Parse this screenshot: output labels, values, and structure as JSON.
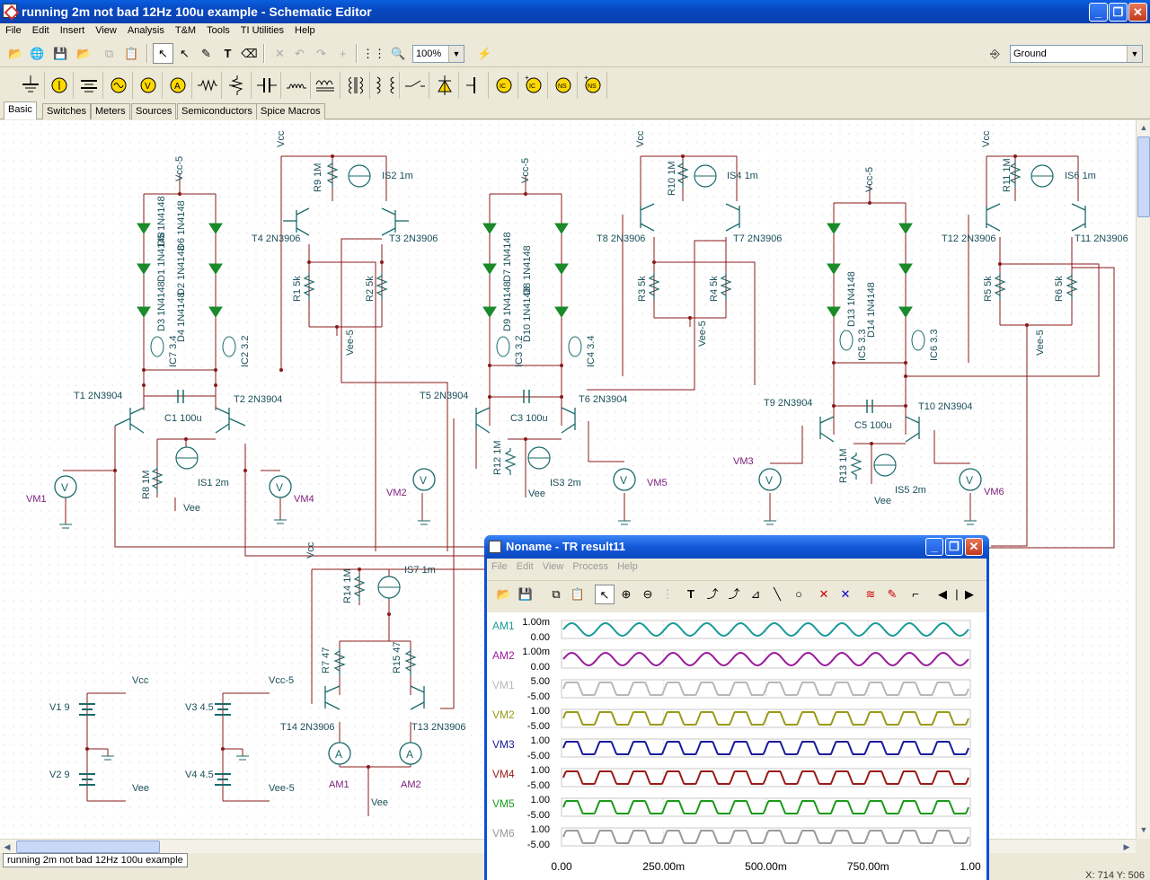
{
  "window": {
    "title": "running 2m not bad 12Hz 100u example - Schematic Editor",
    "minimize": "_",
    "maximize": "❐",
    "close": "✕"
  },
  "menu": [
    "File",
    "Edit",
    "Insert",
    "View",
    "Analysis",
    "T&M",
    "Tools",
    "TI Utilities",
    "Help"
  ],
  "toolbar": {
    "zoom": "100%",
    "component_select": "Ground"
  },
  "component_tabs": [
    "Basic",
    "Switches",
    "Meters",
    "Sources",
    "Semiconductors",
    "Spice Macros"
  ],
  "schematic": {
    "labels": [
      "Vcc",
      "Vcc-5",
      "Vcc",
      "Vcc-5",
      "Vcc",
      "Vcc-5",
      "Vcc",
      "R9 1M",
      "IS2 1m",
      "R10 1M",
      "IS4 1m",
      "R11 1M",
      "IS6 1m",
      "T4 2N3906",
      "T3 2N3906",
      "T8 2N3906",
      "T7 2N3906",
      "T12 2N3906",
      "T11 2N3906",
      "R1 5k",
      "R2 5k",
      "R3 5k",
      "R4 5k",
      "R5 5k",
      "R6 5k",
      "Vee-5",
      "Vee-5",
      "Vee-5",
      "T1 2N3904",
      "T2 2N3904",
      "T5 2N3904",
      "T6 2N3904",
      "T9 2N3904",
      "T10 2N3904",
      "C1 100u",
      "C3 100u",
      "C5 100u",
      "R8 1M",
      "IS1 2m",
      "R12 1M",
      "IS3 2m",
      "R13 1M",
      "IS5 2m",
      "Vee",
      "Vee",
      "Vee",
      "VM1",
      "VM4",
      "VM2",
      "VM5",
      "VM3",
      "VM6",
      "R14 1M",
      "IS7 1m",
      "R7 47",
      "R15 47",
      "T14 2N3906",
      "T13 2N3906",
      "AM1",
      "AM2",
      "Vee",
      "V1 9",
      "V2 9",
      "Vcc",
      "Vee",
      "V3 4.5",
      "V4 4.5",
      "Vcc-5",
      "Vee-5",
      "IC7 3.4",
      "IC2 3.2",
      "IC3 3.2",
      "IC4 3.4",
      "IC5 3.3",
      "IC6 3.3",
      "D3 1N4148",
      "D1 1N4148",
      "D5 1N4148",
      "D4 1N4148",
      "D2 1N4148",
      "D6 1N4148",
      "D9 1N4148",
      "D7 1N4148",
      "D10 1N4148",
      "D8 1N4148",
      "D13 1N4148",
      "D14 1N4148"
    ]
  },
  "doc_tab": "running 2m not bad 12Hz 100u example",
  "status": {
    "coords": "X: 714  Y: 506"
  },
  "result_window": {
    "title": "Noname - TR result11",
    "menu": [
      "File",
      "Edit",
      "View",
      "Process",
      "Help"
    ],
    "x_ticks": [
      "0.00",
      "250.00m",
      "500.00m",
      "750.00m",
      "1.00"
    ],
    "traces": [
      {
        "name": "AM1",
        "color": "#1a9a9a",
        "top": "1.00m",
        "bottom": "0.00",
        "shape": "sine",
        "cycles": 12
      },
      {
        "name": "AM2",
        "color": "#9a1a9a",
        "top": "1.00m",
        "bottom": "0.00",
        "shape": "sine",
        "cycles": 12
      },
      {
        "name": "VM1",
        "color": "#b8b8b8",
        "top": "5.00",
        "bottom": "-5.00",
        "shape": "square",
        "cycles": 12
      },
      {
        "name": "VM2",
        "color": "#9a9a1a",
        "top": "1.00",
        "bottom": "-5.00",
        "shape": "square",
        "cycles": 12
      },
      {
        "name": "VM3",
        "color": "#1a1a9a",
        "top": "1.00",
        "bottom": "-5.00",
        "shape": "square",
        "cycles": 12
      },
      {
        "name": "VM4",
        "color": "#9a1a1a",
        "top": "1.00",
        "bottom": "-5.00",
        "shape": "square",
        "cycles": 12
      },
      {
        "name": "VM5",
        "color": "#1a9a1a",
        "top": "1.00",
        "bottom": "-5.00",
        "shape": "square",
        "cycles": 12
      },
      {
        "name": "VM6",
        "color": "#9a9a9a",
        "top": "1.00",
        "bottom": "-5.00",
        "shape": "square",
        "cycles": 12
      }
    ]
  }
}
